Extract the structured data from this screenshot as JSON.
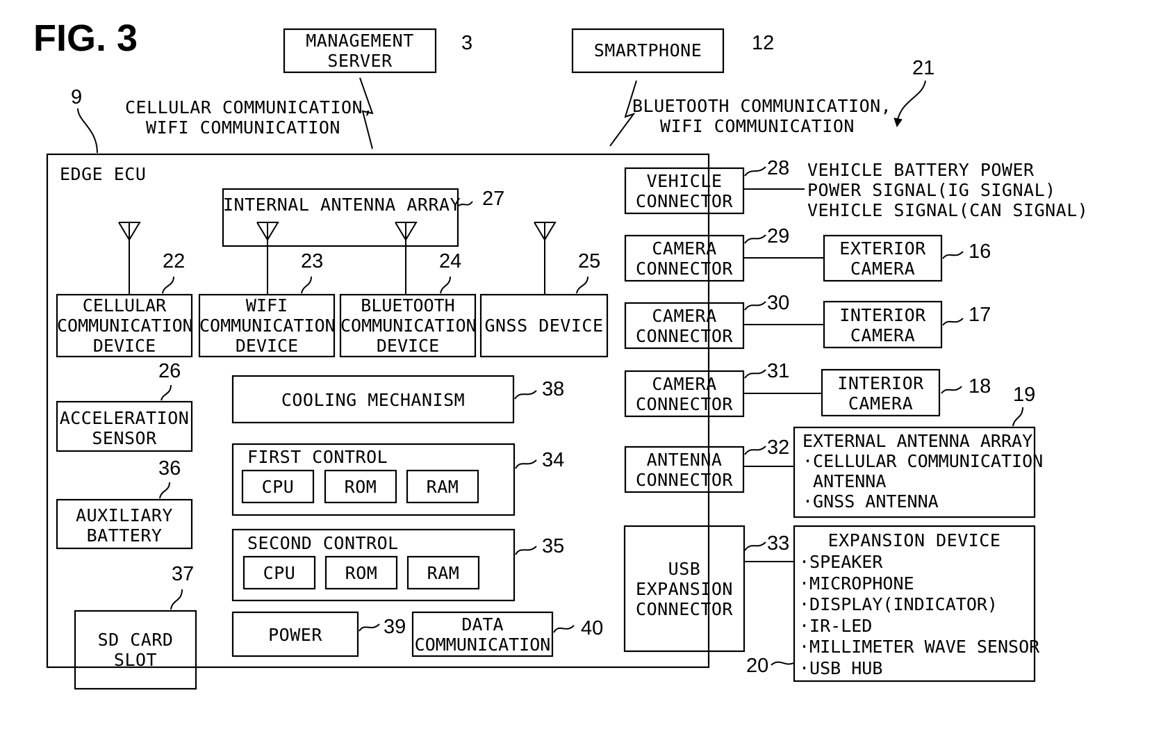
{
  "figure_label": "FIG. 3",
  "refs": {
    "r3": "3",
    "r12": "12",
    "r21": "21",
    "r9": "9",
    "r28": "28",
    "r29": "29",
    "r30": "30",
    "r31": "31",
    "r32": "32",
    "r33": "33",
    "r16": "16",
    "r17": "17",
    "r18": "18",
    "r19": "19",
    "r20": "20",
    "r22": "22",
    "r23": "23",
    "r24": "24",
    "r25": "25",
    "r26": "26",
    "r27": "27",
    "r34": "34",
    "r35": "35",
    "r36": "36",
    "r37": "37",
    "r38": "38",
    "r39": "39",
    "r40": "40"
  },
  "external": {
    "management_server": "MANAGEMENT\nSERVER",
    "smartphone": "SMARTPHONE",
    "cellular_wifi_link": "CELLULAR COMMUNICATION,\nWIFI COMMUNICATION",
    "bluetooth_wifi_link": "BLUETOOTH COMMUNICATION,\nWIFI COMMUNICATION"
  },
  "edge_ecu": {
    "title": "EDGE ECU",
    "internal_antenna_array": "INTERNAL ANTENNA ARRAY",
    "cellular_device": "CELLULAR\nCOMMUNICATION\nDEVICE",
    "wifi_device": "WIFI\nCOMMUNICATION\nDEVICE",
    "bluetooth_device": "BLUETOOTH\nCOMMUNICATION\nDEVICE",
    "gnss_device": "GNSS DEVICE",
    "acceleration_sensor": "ACCELERATION\nSENSOR",
    "auxiliary_battery": "AUXILIARY\nBATTERY",
    "sd_card_slot": "SD CARD\nSLOT",
    "cooling_mechanism": "COOLING MECHANISM",
    "first_control": {
      "title": "FIRST CONTROL",
      "cpu": "CPU",
      "rom": "ROM",
      "ram": "RAM"
    },
    "second_control": {
      "title": "SECOND CONTROL",
      "cpu": "CPU",
      "rom": "ROM",
      "ram": "RAM"
    },
    "power": "POWER",
    "data_communication": "DATA\nCOMMUNICATION"
  },
  "connectors": {
    "vehicle": "VEHICLE\nCONNECTOR",
    "camera1": "CAMERA\nCONNECTOR",
    "camera2": "CAMERA\nCONNECTOR",
    "camera3": "CAMERA\nCONNECTOR",
    "antenna": "ANTENNA\nCONNECTOR",
    "usb": "USB\nEXPANSION\nCONNECTOR"
  },
  "vehicle_signals": "VEHICLE BATTERY POWER\nPOWER SIGNAL(IG SIGNAL)\nVEHICLE SIGNAL(CAN SIGNAL)",
  "peripherals": {
    "exterior_camera": "EXTERIOR\nCAMERA",
    "interior_camera_1": "INTERIOR\nCAMERA",
    "interior_camera_2": "INTERIOR\nCAMERA",
    "external_antenna_array": "EXTERNAL ANTENNA ARRAY\n·CELLULAR COMMUNICATION\n ANTENNA\n·GNSS ANTENNA",
    "expansion_device_title": "EXPANSION DEVICE",
    "expansion_device_items": "·SPEAKER\n·MICROPHONE\n·DISPLAY(INDICATOR)\n·IR-LED\n·MILLIMETER WAVE SENSOR\n·USB HUB"
  }
}
